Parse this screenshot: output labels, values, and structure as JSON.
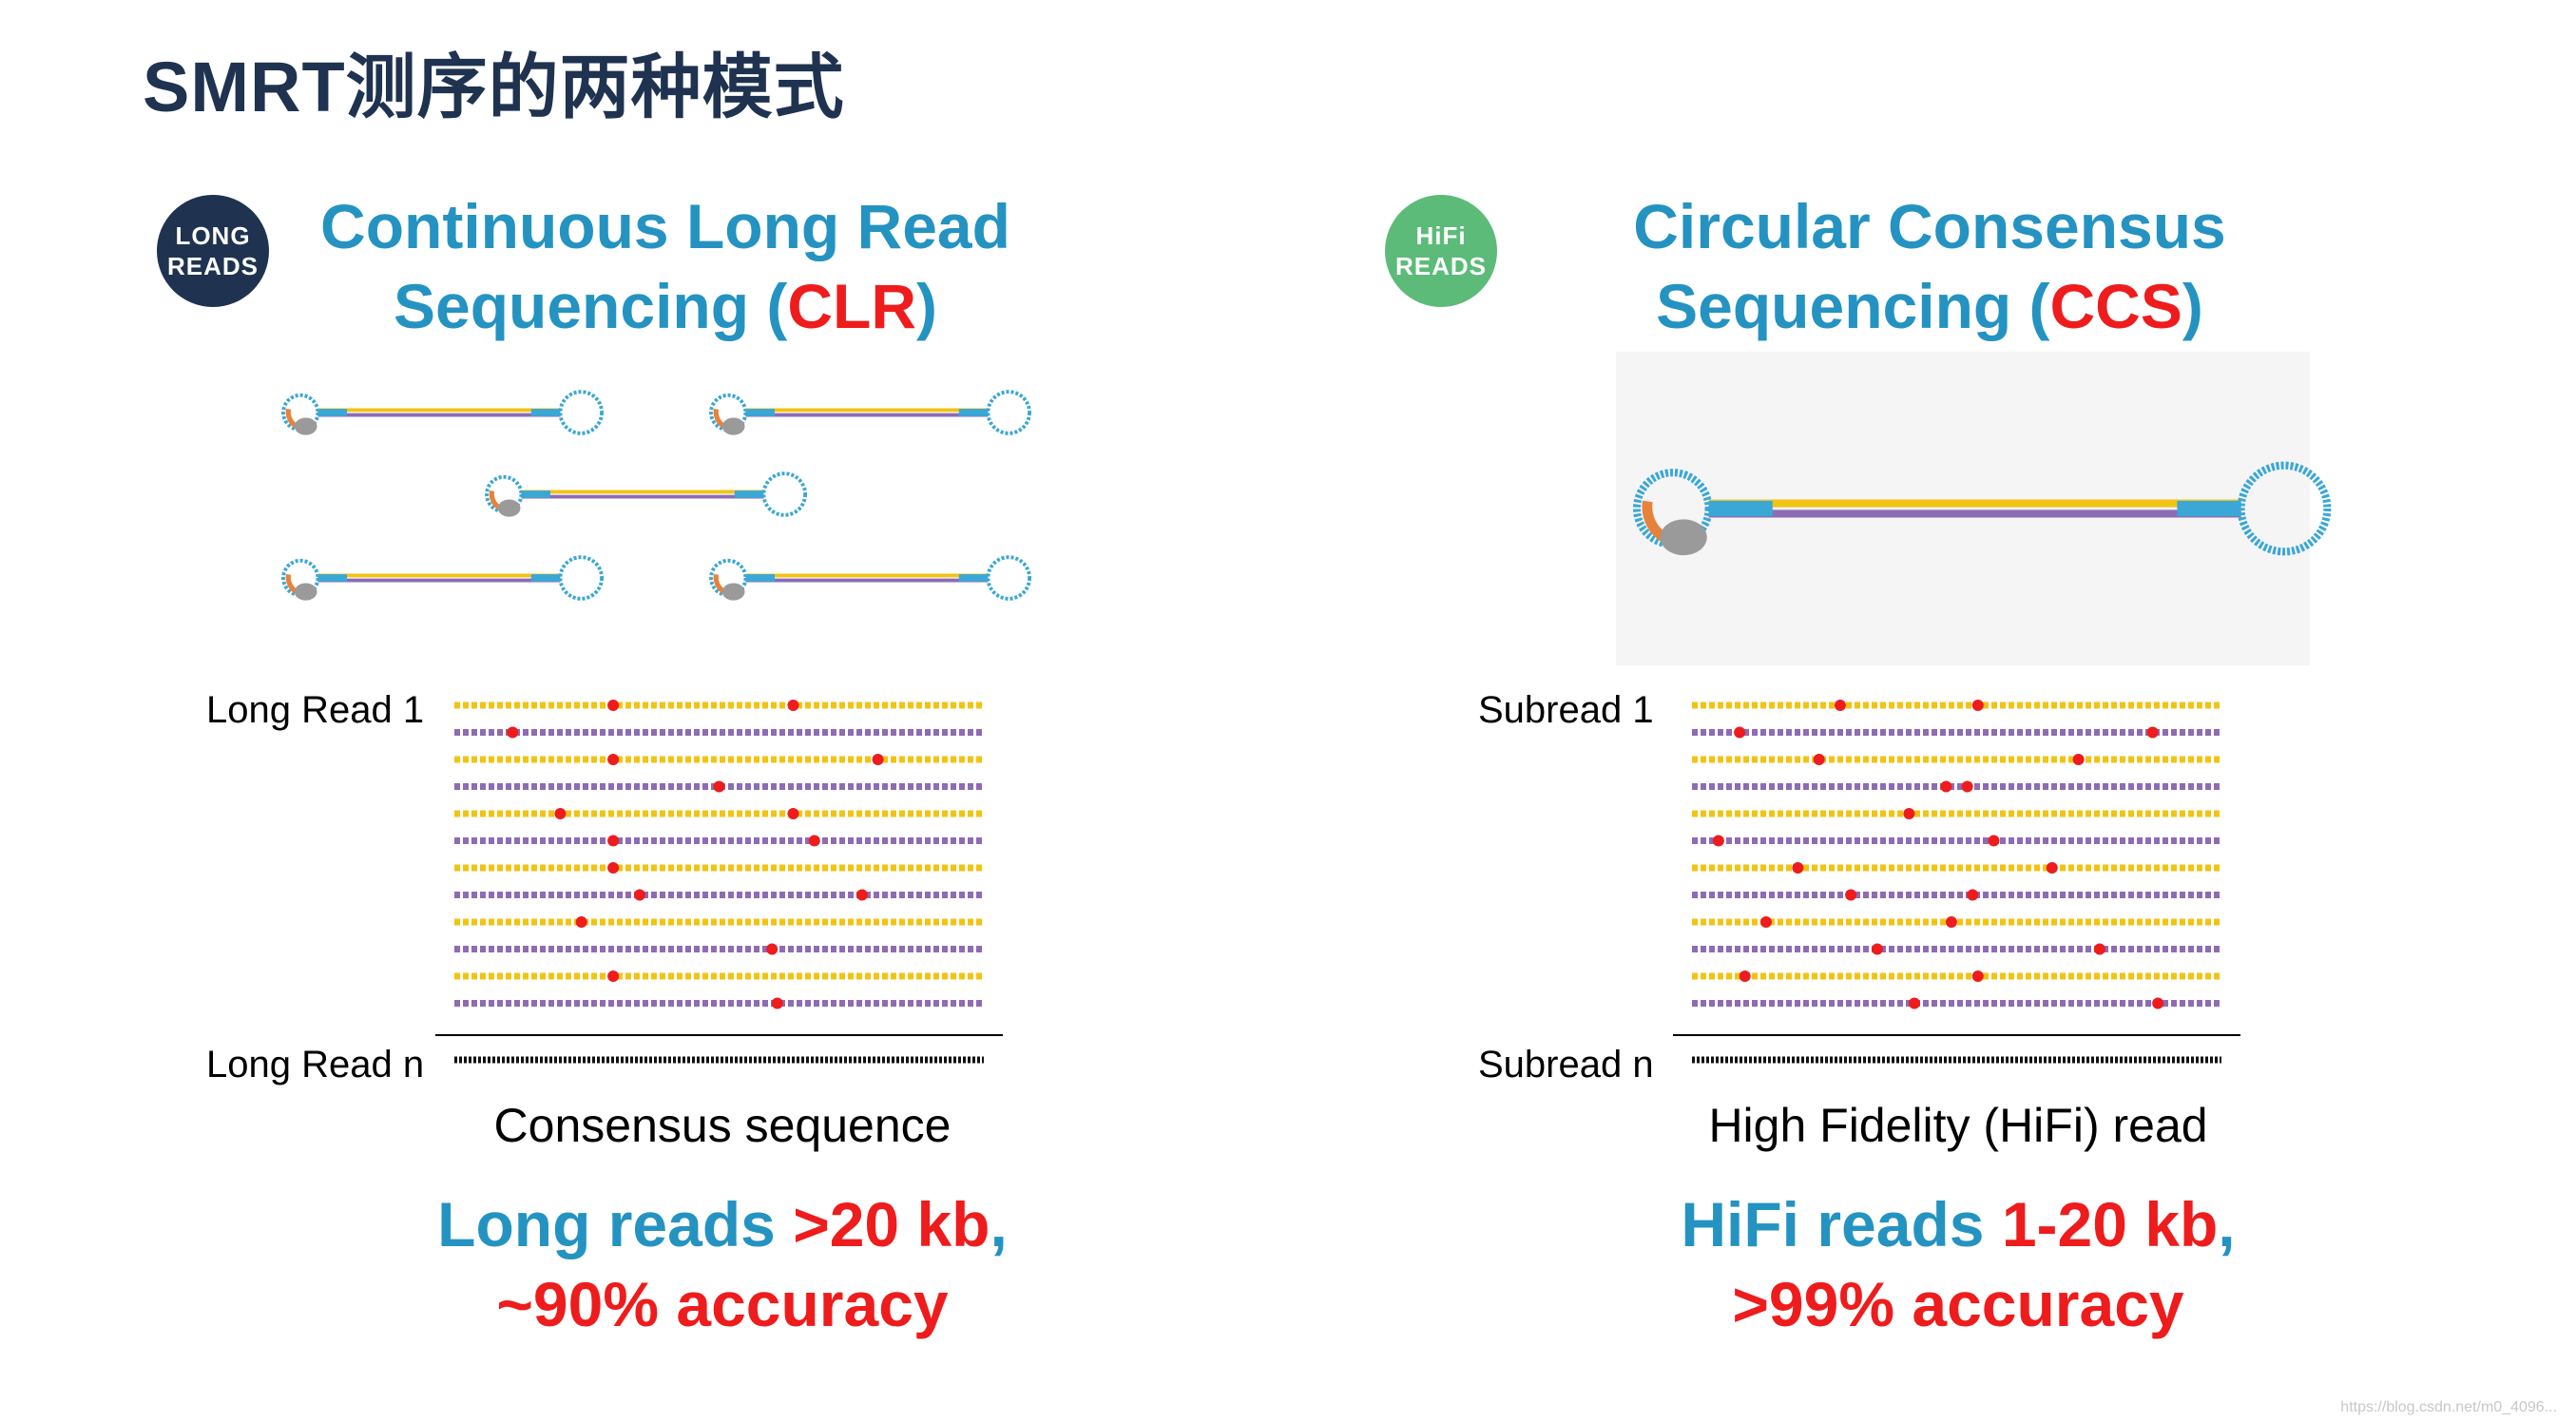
{
  "title": "SMRT测序的两种模式",
  "clr": {
    "badge_line1": "LONG",
    "badge_line2": "READS",
    "heading_line1": "Continuous Long Read",
    "heading_line2_prefix": "Sequencing (",
    "heading_abbrev": "CLR",
    "heading_suffix": ")",
    "label_first": "Long Read 1",
    "label_last": "Long Read n",
    "consensus_label": "Consensus sequence",
    "summary_line1_prefix": "Long reads ",
    "summary_line1_value": ">20 kb",
    "summary_line1_suffix": ",",
    "summary_line2": "~90% accuracy"
  },
  "ccs": {
    "badge_line1": "HiFi",
    "badge_line2": "READS",
    "heading_line1": "Circular Consensus",
    "heading_line2_prefix": "Sequencing (",
    "heading_abbrev": "CCS",
    "heading_suffix": ")",
    "label_first": "Subread 1",
    "label_last": "Subread n",
    "consensus_label": "High Fidelity (HiFi) read",
    "summary_line1_prefix": "HiFi reads ",
    "summary_line1_value": "1-20 kb",
    "summary_line1_suffix": ",",
    "summary_line2": ">99% accuracy"
  },
  "colors": {
    "title": "#1f3350",
    "accent_blue": "#2493c1",
    "accent_red": "#ee1c1c",
    "read_yellow": "#f2c313",
    "read_purple": "#8e6bb5",
    "loop_blue": "#3aa7d6",
    "error_red": "#ee1c1c"
  },
  "watermark": "https://blog.csdn.net/m0_4096..."
}
